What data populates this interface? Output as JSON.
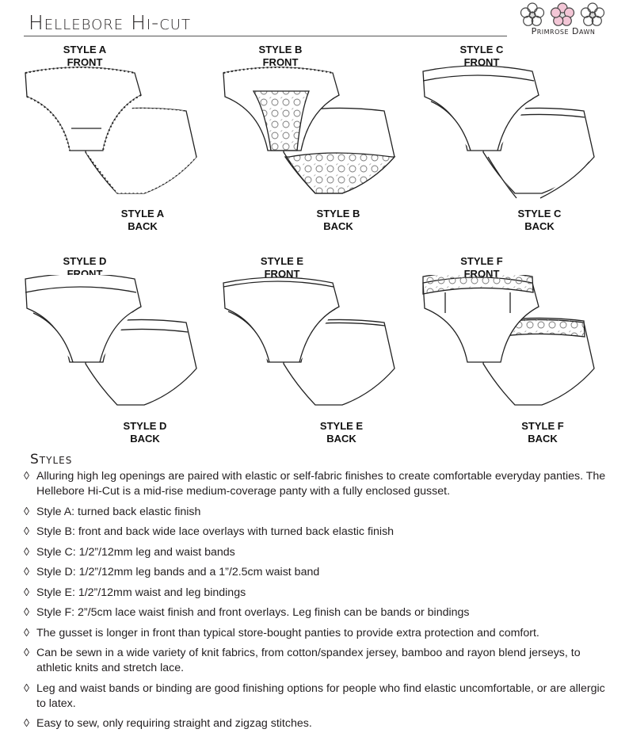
{
  "header": {
    "title": "Hellebore Hi-cut",
    "brand": "Primrose Dawn"
  },
  "styles": [
    {
      "front_label": "STYLE A\nFRONT",
      "back_label": "STYLE A\nBACK"
    },
    {
      "front_label": "STYLE B\nFRONT",
      "back_label": "STYLE B\nBACK"
    },
    {
      "front_label": "STYLE C\nFRONT",
      "back_label": "STYLE C\nBACK"
    },
    {
      "front_label": "STYLE D\nFRONT",
      "back_label": "STYLE D\nBACK"
    },
    {
      "front_label": "STYLE E\nFRONT",
      "back_label": "STYLE E\nBACK"
    },
    {
      "front_label": "STYLE F\nFRONT",
      "back_label": "STYLE F\nBACK"
    }
  ],
  "description": {
    "heading": "Styles",
    "bullet_glyph": "◊",
    "items": [
      "Alluring high leg openings are paired with elastic or self-fabric finishes to create comfortable everyday panties.  The Hellebore Hi-Cut is a mid-rise medium-coverage panty with a fully enclosed gusset.",
      "Style A: turned back elastic finish",
      "Style B: front and back wide lace overlays with turned back elastic finish",
      "Style C: 1/2”/12mm leg and waist bands",
      "Style D: 1/2”/12mm leg bands and a 1”/2.5cm waist band",
      "Style E: 1/2”/12mm waist and leg bindings",
      "Style F: 2”/5cm lace waist finish and front overlays.  Leg finish can be bands or bindings",
      "The gusset is longer in front than typical store-bought panties to provide extra protection and comfort.",
      "Can be sewn in a wide variety of knit fabrics, from cotton/spandex jersey, bamboo and rayon blend jerseys, to athletic knits and stretch lace.",
      "Leg and waist bands or binding are good finishing options for people who find elastic uncomfortable, or are allergic to latex.",
      "Easy to sew, only requiring straight and zigzag stitches."
    ]
  }
}
